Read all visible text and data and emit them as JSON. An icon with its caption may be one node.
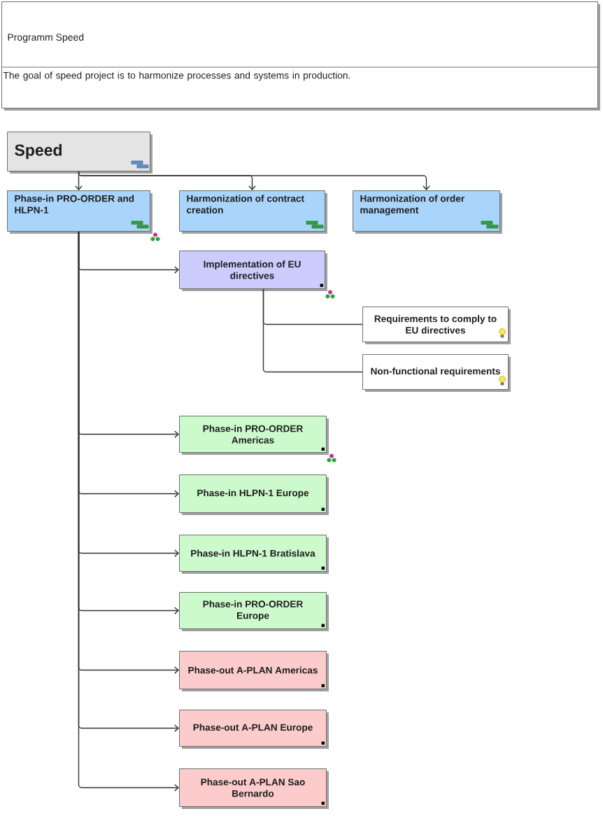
{
  "diagram": {
    "nodes": [
      {
        "text": [
          "Programm Speed",
          "The goal of speed project is to harmonize processes and systems in production."
        ]
      },
      {
        "text": [
          "Speed"
        ]
      },
      {
        "text": [
          "Phase-in PRO-ORDER and HLPN-1"
        ]
      },
      {
        "text": [
          "Harmonization of contract creation"
        ]
      },
      {
        "text": [
          "Harmonization of order management"
        ]
      },
      {
        "text": [
          "Implementation of EU directives"
        ]
      },
      {
        "text": [
          "Requirements to comply to EU directives"
        ]
      },
      {
        "text": [
          "Non-functional requirements"
        ]
      },
      {
        "text": [
          "Phase-in PRO-ORDER Americas"
        ]
      },
      {
        "text": [
          "Phase-in HLPN-1 Europe"
        ]
      },
      {
        "text": [
          "Phase-in HLPN-1 Bratislava"
        ]
      },
      {
        "text": [
          "Phase-in PRO-ORDER Europe"
        ]
      },
      {
        "text": [
          "Phase-out A-PLAN Americas"
        ]
      },
      {
        "text": [
          "Phase-out A-PLAN Europe"
        ]
      },
      {
        "text": [
          "Phase-out A-PLAN Sao Bernardo"
        ]
      }
    ],
    "edges": [
      {
        "from": 1,
        "to": 2,
        "arrow": "to"
      },
      {
        "from": 1,
        "to": 3,
        "arrow": "to"
      },
      {
        "from": 1,
        "to": 4,
        "arrow": "to"
      },
      {
        "from": 2,
        "to": 5,
        "arrow": "to"
      },
      {
        "from": 5,
        "to": 6,
        "arrow": "none"
      },
      {
        "from": 5,
        "to": 7,
        "arrow": "none"
      },
      {
        "from": 2,
        "to": 8,
        "arrow": "to"
      },
      {
        "from": 2,
        "to": 9,
        "arrow": "to"
      },
      {
        "from": 2,
        "to": 10,
        "arrow": "to"
      },
      {
        "from": 2,
        "to": 11,
        "arrow": "to"
      },
      {
        "from": 2,
        "to": 12,
        "arrow": "to"
      },
      {
        "from": 2,
        "to": 13,
        "arrow": "to"
      },
      {
        "from": 2,
        "to": 14,
        "arrow": "to"
      }
    ]
  }
}
